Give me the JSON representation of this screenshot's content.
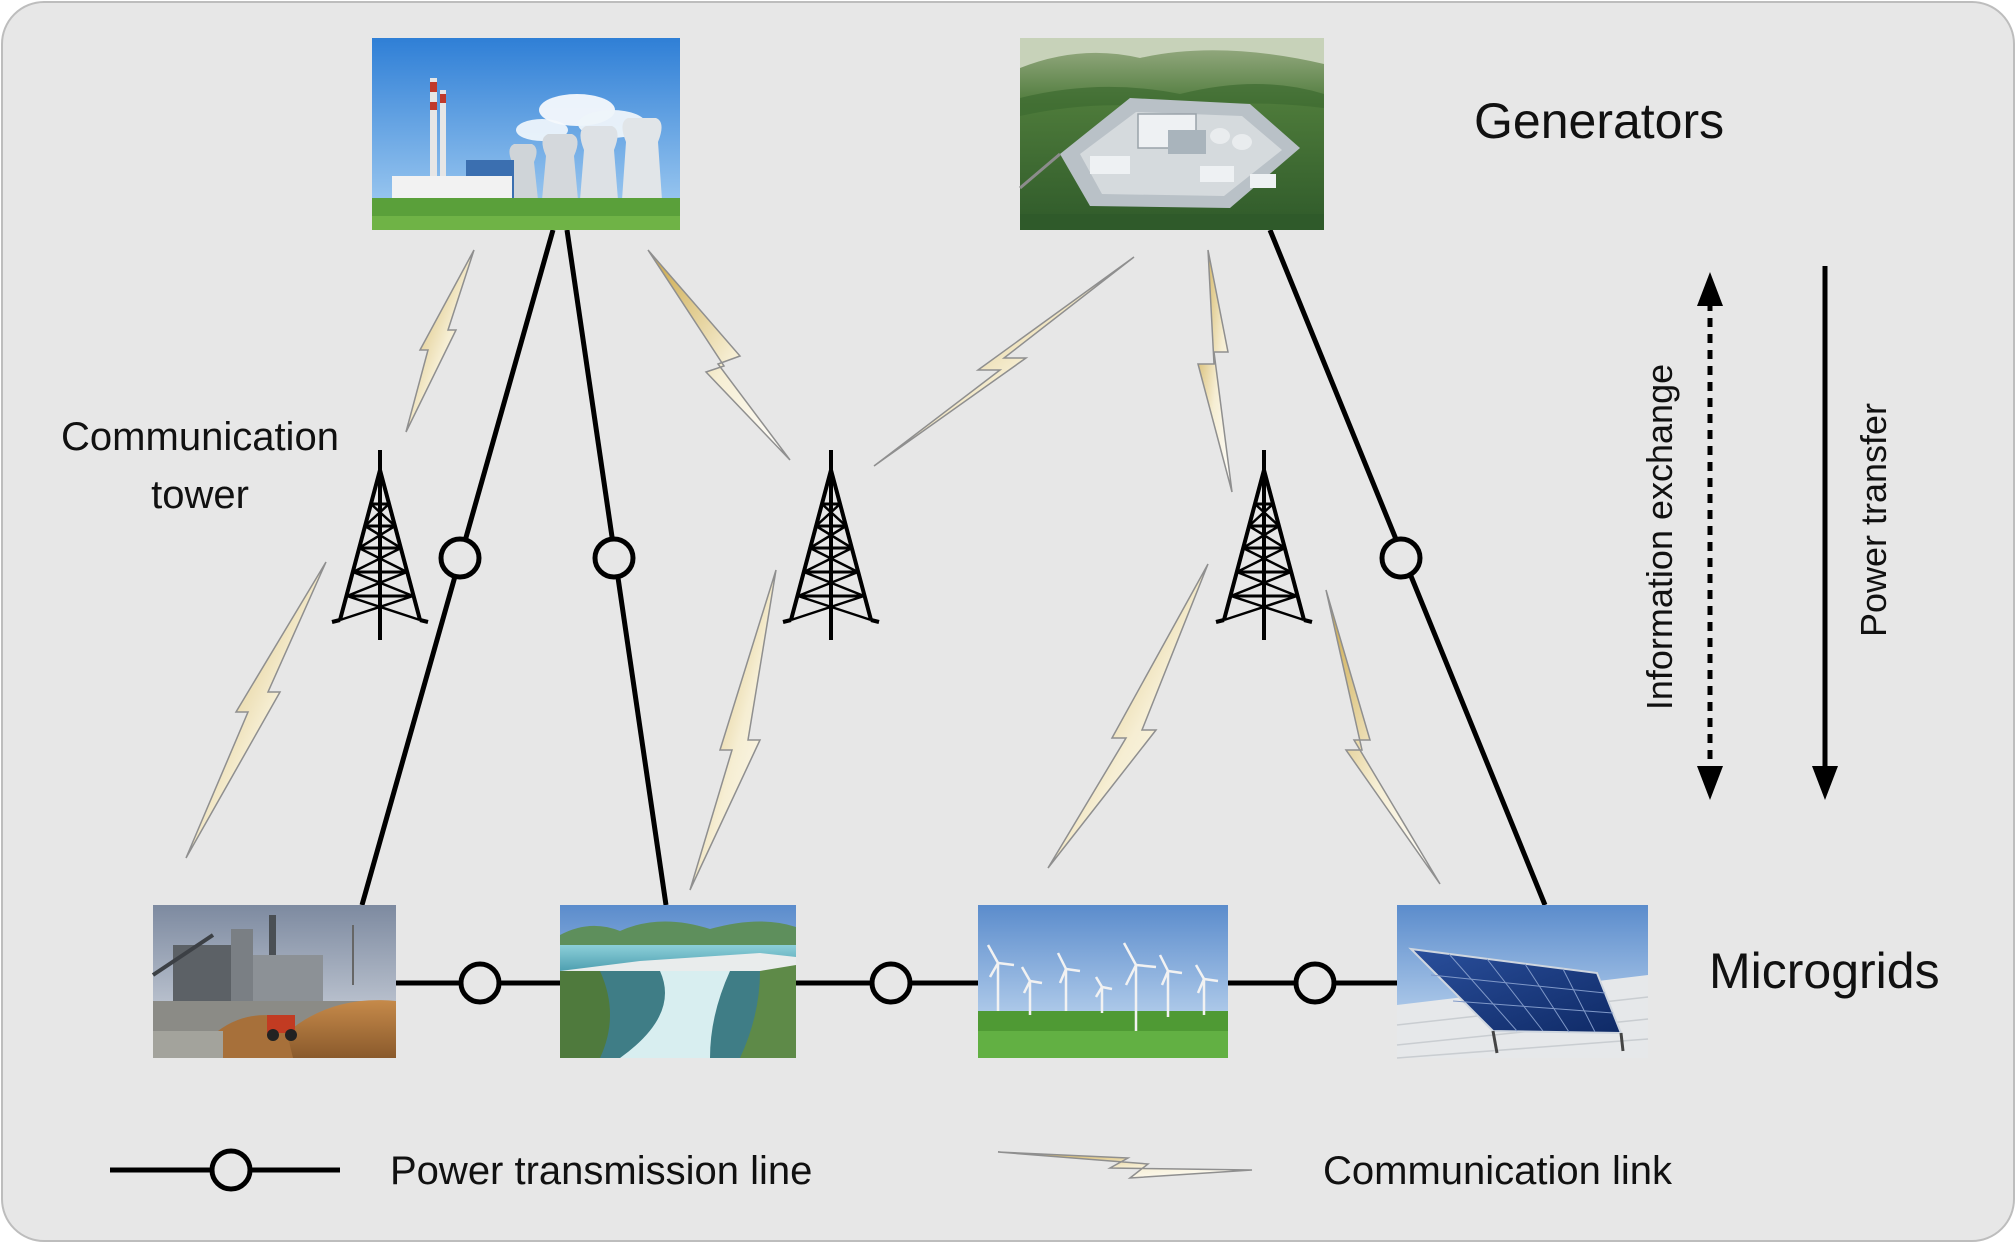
{
  "labels": {
    "generators": "Generators",
    "microgrids": "Microgrids",
    "communication_tower": [
      "Communication",
      "tower"
    ],
    "information_exchange": "Information exchange",
    "power_transfer": "Power transfer"
  },
  "legend": {
    "power_line": "Power transmission line",
    "communication_link": "Communication link"
  },
  "colors": {
    "panel_background": "#e7e7e7",
    "line": "#000000",
    "link_gold": "#c9a441"
  },
  "generators": [
    {
      "name": "thermal-power-plant-image",
      "icon": "thermal-power-plant-photo"
    },
    {
      "name": "nuclear-power-plant-image",
      "icon": "nuclear-power-plant-photo"
    }
  ],
  "microgrids": [
    {
      "name": "biomass-plant-image",
      "icon": "biomass-plant-photo"
    },
    {
      "name": "hydro-dam-image",
      "icon": "hydro-dam-photo"
    },
    {
      "name": "wind-farm-image",
      "icon": "wind-farm-photo"
    },
    {
      "name": "solar-panels-image",
      "icon": "solar-panels-photo"
    }
  ]
}
